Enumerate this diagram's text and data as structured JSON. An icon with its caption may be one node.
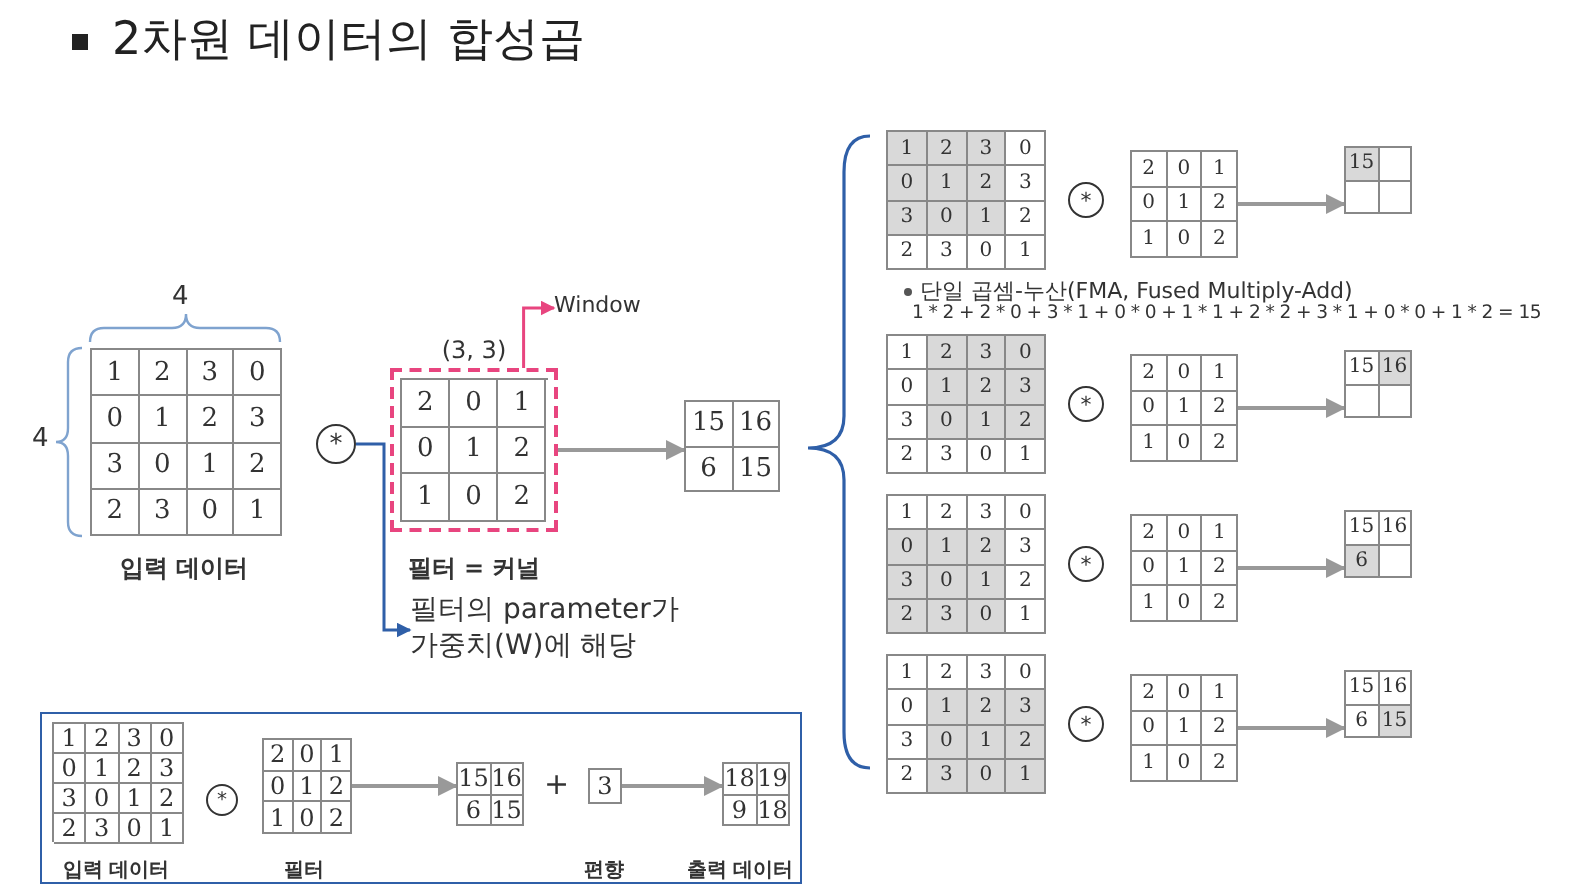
{
  "diagram": {
    "title": "2차원 데이터의 합성곱",
    "nodes": [
      {
        "text": [
          "1",
          "2",
          "3",
          "0",
          "0",
          "1",
          "2",
          "3",
          "3",
          "0",
          "1",
          "2",
          "2",
          "3",
          "0",
          "1"
        ],
        "beside": [
          "입력 데이터"
        ]
      },
      {
        "text": [
          "*"
        ]
      },
      {
        "text": [
          "2",
          "0",
          "1",
          "0",
          "1",
          "2",
          "1",
          "0",
          "2"
        ],
        "beside": [
          "(3, 3)",
          "필터 = 커널"
        ]
      },
      {
        "text": [
          "Window"
        ]
      },
      {
        "text": [
          "15",
          "16",
          "6",
          "15"
        ]
      },
      {
        "text": [
          "필터의 parameter가 가중치(W)에 해당"
        ]
      },
      {
        "text": [
          "1",
          "2",
          "3",
          "0",
          "0",
          "1",
          "2",
          "3",
          "3",
          "0",
          "1",
          "2",
          "2",
          "3",
          "0",
          "1"
        ]
      },
      {
        "text": [
          "*"
        ]
      },
      {
        "text": [
          "2",
          "0",
          "1",
          "0",
          "1",
          "2",
          "1",
          "0",
          "2"
        ]
      },
      {
        "text": [
          "15"
        ]
      },
      {
        "text": [
          "1",
          "2",
          "3",
          "0",
          "0",
          "1",
          "2",
          "3",
          "3",
          "0",
          "1",
          "2",
          "2",
          "3",
          "0",
          "1"
        ]
      },
      {
        "text": [
          "*"
        ]
      },
      {
        "text": [
          "2",
          "0",
          "1",
          "0",
          "1",
          "2",
          "1",
          "0",
          "2"
        ]
      },
      {
        "text": [
          "15",
          "16"
        ]
      },
      {
        "text": [
          "1",
          "2",
          "3",
          "0",
          "0",
          "1",
          "2",
          "3",
          "3",
          "0",
          "1",
          "2",
          "2",
          "3",
          "0",
          "1"
        ]
      },
      {
        "text": [
          "*"
        ]
      },
      {
        "text": [
          "2",
          "0",
          "1",
          "0",
          "1",
          "2",
          "1",
          "0",
          "2"
        ]
      },
      {
        "text": [
          "15",
          "16",
          "6"
        ]
      },
      {
        "text": [
          "1",
          "2",
          "3",
          "0",
          "0",
          "1",
          "2",
          "3",
          "3",
          "0",
          "1",
          "2",
          "2",
          "3",
          "0",
          "1"
        ]
      },
      {
        "text": [
          "*"
        ]
      },
      {
        "text": [
          "2",
          "0",
          "1",
          "0",
          "1",
          "2",
          "1",
          "0",
          "2"
        ]
      },
      {
        "text": [
          "15",
          "16",
          "6",
          "15"
        ]
      },
      {
        "text": [],
        "shape": "box"
      },
      {
        "text": [
          "1",
          "2",
          "3",
          "0",
          "0",
          "1",
          "2",
          "3",
          "3",
          "0",
          "1",
          "2",
          "2",
          "3",
          "0",
          "1"
        ],
        "in": 22,
        "beside": [
          "입력 데이터"
        ]
      },
      {
        "text": [
          "*"
        ],
        "in": 22
      },
      {
        "text": [
          "2",
          "0",
          "1",
          "0",
          "1",
          "2",
          "1",
          "0",
          "2"
        ],
        "in": 22,
        "beside": [
          "필터"
        ]
      },
      {
        "text": [
          "15",
          "16",
          "6",
          "15"
        ],
        "in": 22
      },
      {
        "text": [
          "3"
        ],
        "in": 22,
        "beside": [
          "편향"
        ]
      },
      {
        "text": [
          "18",
          "19",
          "9",
          "18"
        ],
        "in": 22,
        "beside": [
          "출력 데이터"
        ]
      }
    ],
    "edges": [
      {
        "from": 2,
        "to": 3,
        "arrow": "to",
        "color": "#e8457f"
      },
      {
        "from": 1,
        "to": 5,
        "arrow": "to",
        "color": "#2f5fa8"
      },
      {
        "from": 2,
        "to": 4,
        "arrow": "to"
      },
      {
        "from": 8,
        "to": 9,
        "arrow": "to"
      },
      {
        "from": 12,
        "to": 13,
        "arrow": "to"
      },
      {
        "from": 16,
        "to": 17,
        "arrow": "to"
      },
      {
        "from": 20,
        "to": 21,
        "arrow": "to"
      },
      {
        "from": 25,
        "to": 26,
        "arrow": "to"
      },
      {
        "from": 27,
        "to": 28,
        "arrow": "to"
      }
    ],
    "labels": [
      "4",
      "4",
      "단일 곱셈-누산(FMA, Fused Multiply-Add)",
      "1 * 2 + 2 * 0 + 3 * 1 + 0 * 0 + 1 * 1 + 2 * 2 + 3 * 1 + 0 * 0 + 1 * 2 = 15",
      "+"
    ]
  }
}
